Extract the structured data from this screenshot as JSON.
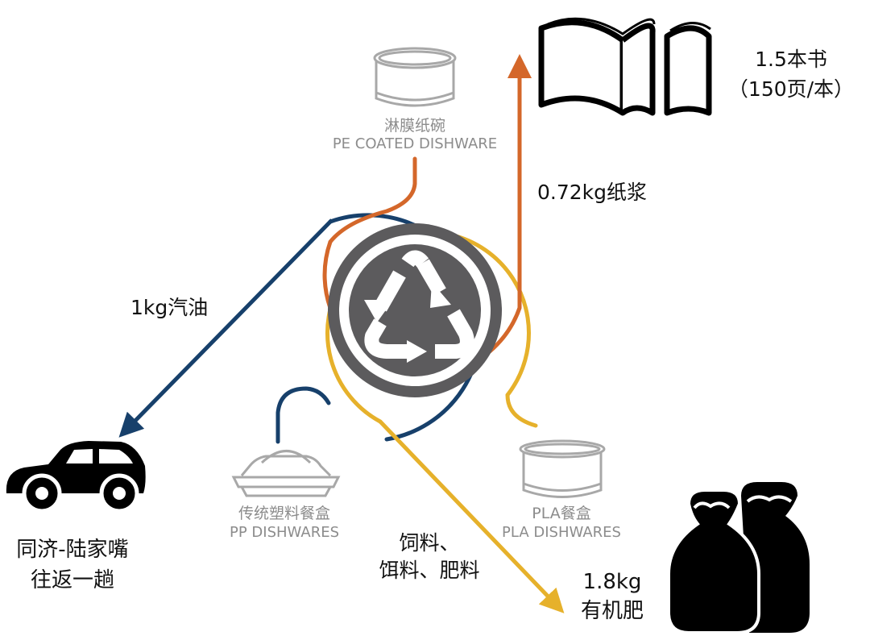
{
  "colors": {
    "navy": "#17406b",
    "gold": "#e6b12b",
    "orange": "#d4672a",
    "grey_ring": "#5c5b5d",
    "dark": "#000000",
    "dish_grey": "#a8a8a8"
  },
  "icons": {
    "center": "recycle-symbol-icon",
    "book": "open-book-icon",
    "car": "car-icon",
    "bags": "fertilizer-bags-icon"
  },
  "dishes": {
    "pe": {
      "zh": "淋膜纸碗",
      "en": "PE COATED DISHWARE"
    },
    "pp": {
      "zh": "传统塑料餐盒",
      "en": "PP DISHWARES"
    },
    "pla": {
      "zh": "PLA餐盒",
      "en": "PLA DISHWARES"
    }
  },
  "outputs": {
    "pulp": "0.72kg纸浆",
    "books_line1": "1.5本书",
    "books_line2": "（150页/本）",
    "gasoline": "1kg汽油",
    "trip_line1": "同济-陆家嘴",
    "trip_line2": "往返一趟",
    "feed_line1": "饲料、",
    "feed_line2": "饵料、肥料",
    "fert_line1": "1.8kg",
    "fert_line2": "有机肥"
  }
}
